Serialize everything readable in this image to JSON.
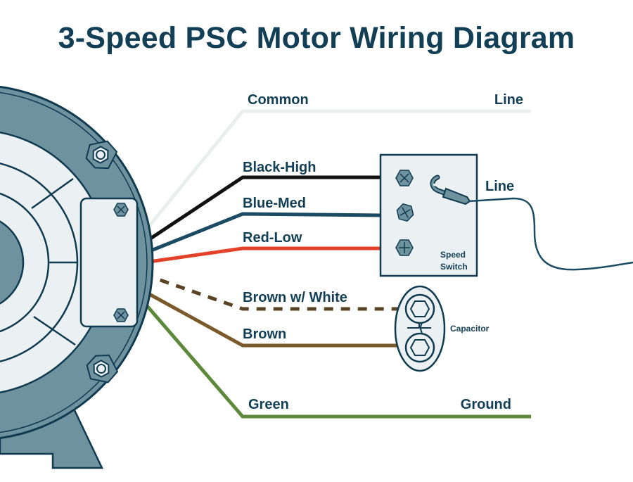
{
  "title": "3-Speed PSC Motor Wiring Diagram",
  "colors": {
    "title": "#123f55",
    "outline": "#0f3a50",
    "motor_body": "#6f929f",
    "motor_face": "#ebf1f2",
    "wire_common": "#e9efef",
    "wire_black": "#111111",
    "wire_blue": "#1b4a63",
    "wire_red": "#e2422a",
    "wire_brown": "#7a5a2a",
    "wire_brown_white": "#5b4326",
    "wire_green": "#5c8a3a"
  },
  "wires": [
    {
      "id": "common",
      "label": "Common",
      "end_label": "Line",
      "style": "solid"
    },
    {
      "id": "black",
      "label": "Black-High",
      "style": "solid"
    },
    {
      "id": "blue",
      "label": "Blue-Med",
      "style": "solid"
    },
    {
      "id": "red",
      "label": "Red-Low",
      "style": "solid"
    },
    {
      "id": "brown_white",
      "label": "Brown w/ White",
      "style": "dashed"
    },
    {
      "id": "brown",
      "label": "Brown",
      "style": "solid"
    },
    {
      "id": "green",
      "label": "Green",
      "end_label": "Ground",
      "style": "solid"
    }
  ],
  "speed_switch": {
    "label_line1": "Speed",
    "label_line2": "Switch",
    "line_label": "Line"
  },
  "capacitor": {
    "label": "Capacitor"
  }
}
